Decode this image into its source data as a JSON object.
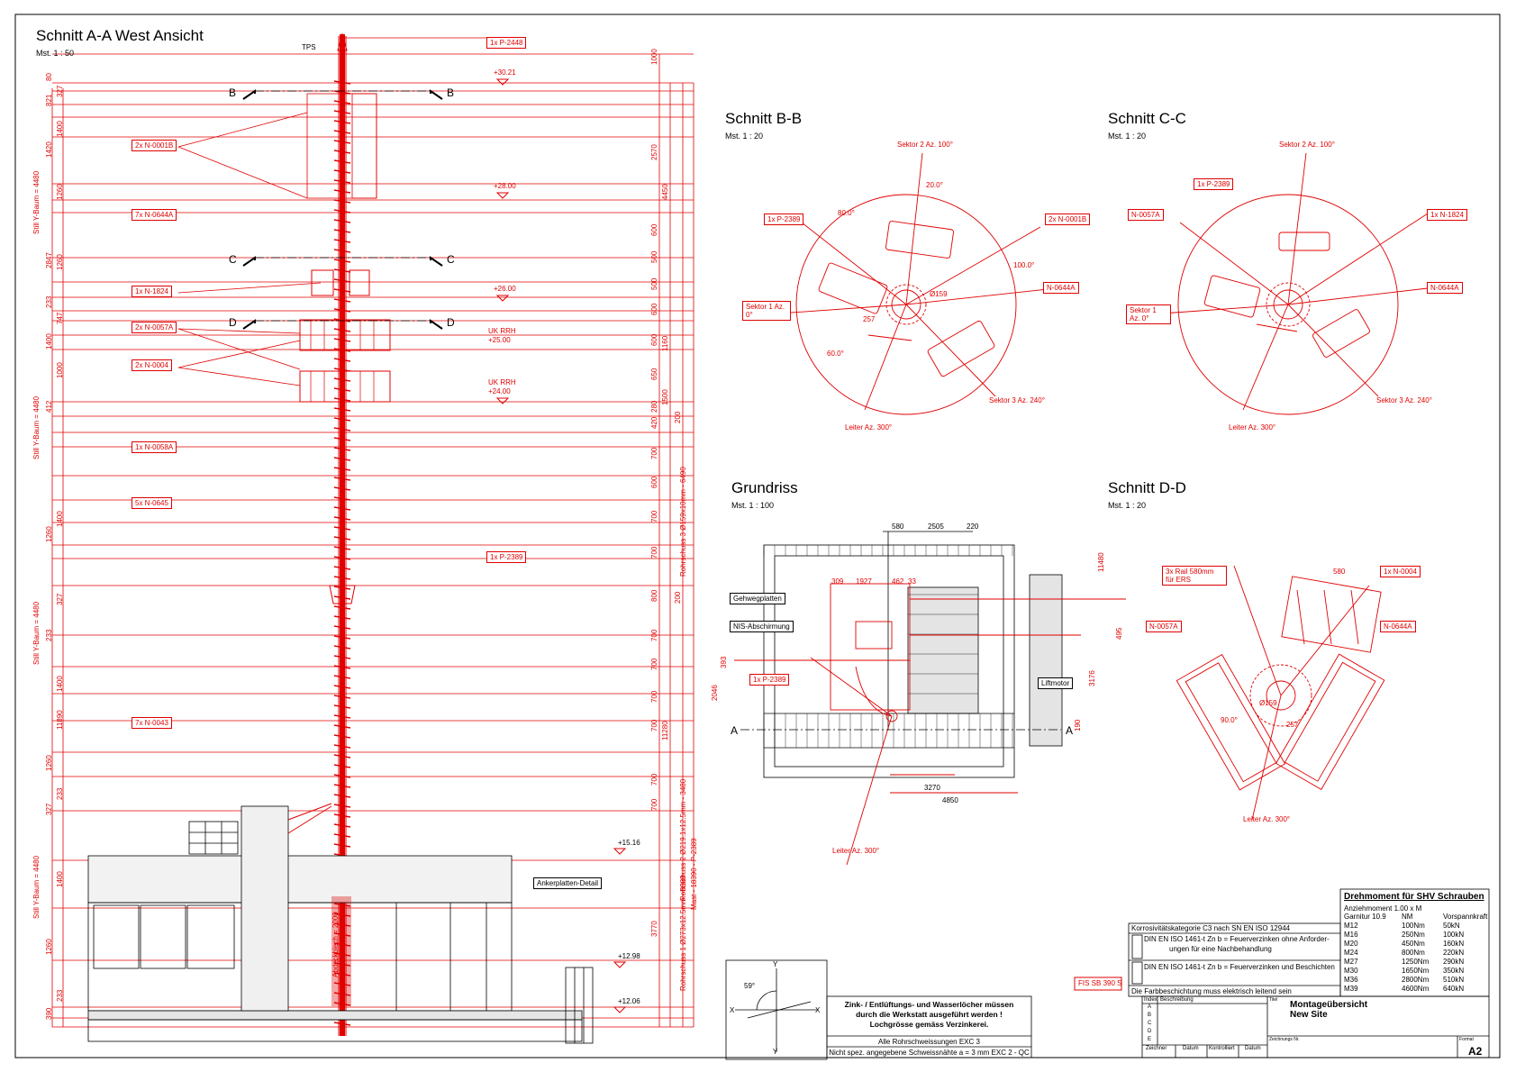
{
  "sheet": {
    "format": "A2",
    "format_label": "Format"
  },
  "views": {
    "section_aa": {
      "title": "Schnitt A-A West Ansicht",
      "scale": "Mst. 1 : 50"
    },
    "section_bb": {
      "title": "Schnitt B-B",
      "scale": "Mst. 1 : 20"
    },
    "section_cc": {
      "title": "Schnitt C-C",
      "scale": "Mst. 1 : 20"
    },
    "section_dd": {
      "title": "Schnitt D-D",
      "scale": "Mst. 1 : 20"
    },
    "grundriss": {
      "title": "Grundriss",
      "scale": "Mst. 1 : 100"
    }
  },
  "elevation": {
    "tps": "TPS",
    "section_marks": [
      "B",
      "C",
      "D"
    ],
    "levels": [
      "+30.21",
      "+28.00",
      "+26.00",
      "+25.00",
      "+24.00",
      "+15.16",
      "+12.98",
      "+12.06"
    ],
    "uk_rrh": "UK RRH",
    "callouts": [
      "1x P-2448",
      "2x N-0001B",
      "7x N-0644A",
      "1x N-1824",
      "2x N-0057A",
      "2x N-0004",
      "1x N-0058A",
      "5x N-0645",
      "1x P-2389",
      "7x N-0043"
    ],
    "ankerplatten": "Ankerplatten-Detail",
    "abdeckblech": "Abdeckblech = 2000",
    "left_dims": [
      "390",
      "233",
      "1260",
      "1400",
      "327",
      "233",
      "1260",
      "1400",
      "233",
      "327",
      "1260",
      "1400",
      "412",
      "1000",
      "1400",
      "747",
      "233",
      "1260",
      "2847",
      "1260",
      "1420",
      "1400",
      "821",
      "327",
      "80"
    ],
    "left_dims_total": [
      "11890",
      "Still Y-Baum = 4480"
    ],
    "right_dims": [
      "1000",
      "2570",
      "600",
      "500",
      "500",
      "600",
      "600",
      "650",
      "280",
      "420",
      "700",
      "600",
      "700",
      "700",
      "800",
      "700",
      "700",
      "700",
      "700",
      "700",
      "700",
      "3770"
    ],
    "right_dims_totals": [
      "4450",
      "1160",
      "1500",
      "11280",
      "200",
      "200"
    ],
    "rohrschuss": [
      "Rohrschuss 3 Ø159x10mm - 6490",
      "Rohrschuss 2 Ø219.1x12.5mm - 3480",
      "Mast - 18390 - P-2389",
      "Rohrschuss 1 Ø273x12.5mm - 8380"
    ]
  },
  "section_bb_labels": [
    "1x P-2389",
    "2x N-0001B",
    "N-0644A",
    "Sektor 1 Az. 0°",
    "Sektor 2 Az. 100°",
    "Sektor 3 Az. 240°",
    "Leiter Az. 300°",
    "Ø159",
    "20.0°",
    "80.0°",
    "100.0°",
    "60.0°",
    "257"
  ],
  "section_cc_labels": [
    "1x P-2389",
    "N-0057A",
    "1x N-1824",
    "N-0644A",
    "Sektor 1 Az. 0°",
    "Sektor 2 Az. 100°",
    "Sektor 3 Az. 240°",
    "Leiter Az. 300°"
  ],
  "section_dd_labels": [
    "3x Rail 580mm für ERS",
    "1x N-0004",
    "N-0057A",
    "N-0644A",
    "Leiter Az. 300°",
    "580",
    "Ø159",
    "90.0°",
    "257"
  ],
  "grundriss_labels": {
    "callouts": [
      "Gehwegplatten",
      "NIS-Abschirmung",
      "1x P-2389",
      "Liftmotor"
    ],
    "dims": [
      "580",
      "2505",
      "220",
      "309",
      "1927",
      "462",
      "33",
      "11480",
      "495",
      "3176",
      "393",
      "2046",
      "3270",
      "4850",
      "190"
    ],
    "section_a": "A",
    "leiter": "Leiter Az. 300°"
  },
  "fis": "FIS SB 390 S",
  "notes": {
    "line1": "Zink- / Entlüftungs- und Wasserlöcher müssen",
    "line2": "durch die Werkstatt ausgeführt werden !",
    "line3": "Lochgrösse gemäss Verzinkerei.",
    "weld1": "Alle Rohrschweissungen EXC 3",
    "weld2": "Nicht spez. angegebene Schweissnähte a = 3 mm EXC 2 - QC"
  },
  "corrosion": {
    "title": "Korrosivitätskategorie C3 nach SN EN ISO 12944",
    "opt1a": "DIN EN ISO 1461-t Zn b = Feuerverzinken ohne Anforder-",
    "opt1b": "ungen für eine Nachbehandlung",
    "opt2": "DIN EN ISO 1461-t Zn b = Feuerverzinken und Beschichten",
    "note": "Die Farbbeschichtung muss elektrisch leitend sein"
  },
  "torque": {
    "title": "Drehmoment für SHV Schrauben",
    "sub1": "Anziehmoment 1.00 x M",
    "sub2": "Garnitur 10.9",
    "col_nm": "NM",
    "col_vk": "Vorspannkraft",
    "rows": [
      [
        "M12",
        "100Nm",
        "50kN"
      ],
      [
        "M16",
        "250Nm",
        "100kN"
      ],
      [
        "M20",
        "450Nm",
        "160kN"
      ],
      [
        "M24",
        "800Nm",
        "220kN"
      ],
      [
        "M27",
        "1250Nm",
        "290kN"
      ],
      [
        "M30",
        "1650Nm",
        "350kN"
      ],
      [
        "M36",
        "2800Nm",
        "510kN"
      ],
      [
        "M39",
        "4600Nm",
        "640kN"
      ]
    ]
  },
  "titleblock": {
    "index": "Index",
    "beschreibung": "Beschreibung",
    "rows": [
      "A",
      "B",
      "C",
      "D",
      "E"
    ],
    "zeichner": "Zeichner",
    "datum": "Datum",
    "kontrolliert": "Kontrolliert",
    "datum2": "Datum",
    "titel_label": "Titel",
    "title1": "Montageübersicht",
    "title2": "New Site",
    "zeichnungs_nr": "Zeichnungs Nr."
  },
  "north": {
    "y": "Y",
    "x": "X",
    "angle": "59°"
  }
}
